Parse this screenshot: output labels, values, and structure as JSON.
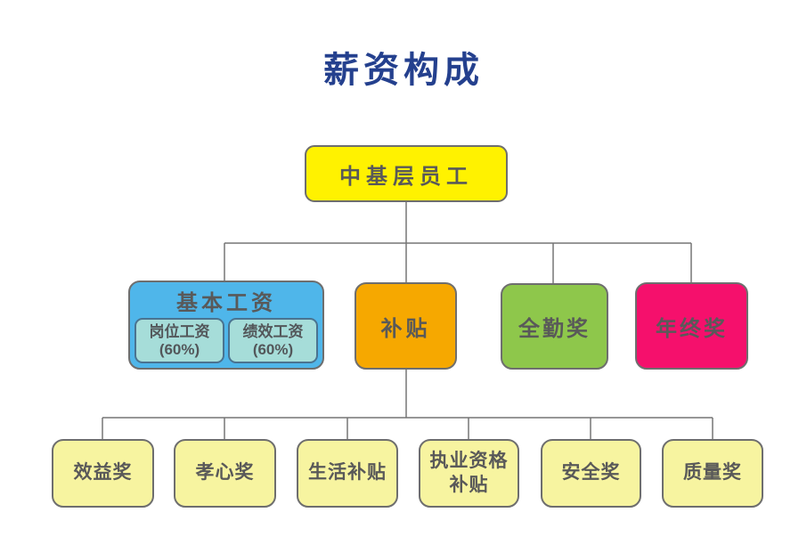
{
  "title": "薪资构成",
  "colors": {
    "title_text": "#24408E",
    "box_text": "#595959",
    "box_border": "#6E6E6E",
    "connector_line": "#757575",
    "root_fill": "#FFF200",
    "basic_salary_fill": "#4FB6EA",
    "basic_salary_sub_fill": "#A6DDD9",
    "subsidy_fill": "#F6A800",
    "full_attendance_fill": "#8EC74B",
    "year_end_fill": "#F5106C",
    "leaf_fill": "#F7F4A0"
  },
  "tree": {
    "root": {
      "label": "中基层员工"
    },
    "level2": [
      {
        "label": "基本工资",
        "children": [
          {
            "line1": "岗位工资",
            "line2": "(60%)"
          },
          {
            "line1": "绩效工资",
            "line2": "(60%)"
          }
        ]
      },
      {
        "label": "补贴"
      },
      {
        "label": "全勤奖"
      },
      {
        "label": "年终奖"
      }
    ],
    "level3": [
      "效益奖",
      "孝心奖",
      "生活补贴",
      "执业资格补贴",
      "安全奖",
      "质量奖"
    ]
  }
}
